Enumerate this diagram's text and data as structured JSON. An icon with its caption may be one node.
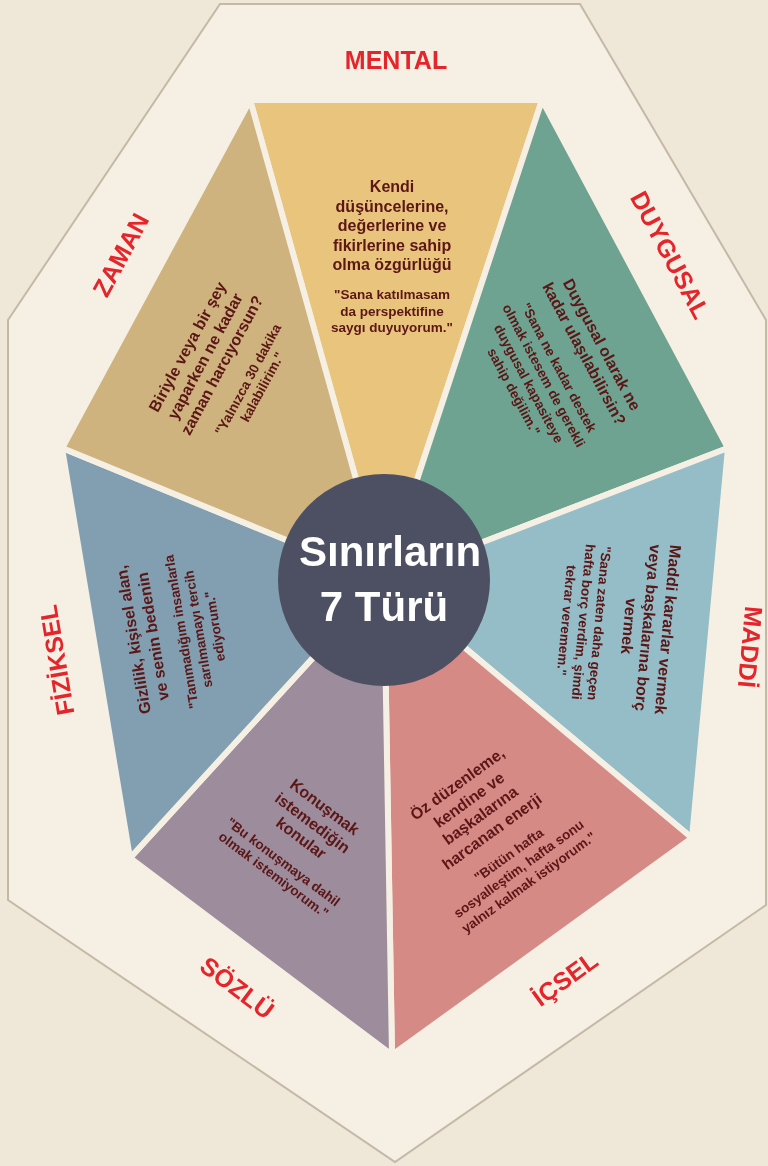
{
  "diagram": {
    "nodes": [
      {
        "text": [
          "MENTAL",
          "Kendi düşüncelerine, değerlerine ve fikirlerine sahip olma özgürlüğü",
          "\"Sana katılmasam da perspektifine saygı duyuyorum.\""
        ]
      },
      {
        "text": [
          "DUYGUSAL",
          "Duygusal olarak ne kadar ulaşılabilirsin?",
          "\"Sana ne kadar destek olmak istesem de gerekli duygusal kapasiteye sahip değilim.\""
        ]
      },
      {
        "text": [
          "MADDİ",
          "Maddi kararlar vermek veya başkalarına borç vermek",
          "\"Sana zaten daha geçen hafta borç verdim, şimdi tekrar veremem.\""
        ]
      },
      {
        "text": [
          "İÇSEL",
          "Öz düzenleme, kendine ve başkalarına harcanan enerji",
          "\"Bütün hafta sosyalleştim, hafta sonu yalnız kalmak istiyorum.\""
        ]
      },
      {
        "text": [
          "SÖZLÜ",
          "Konuşmak istemediğin konular",
          "\"Bu konuşmaya dahil olmak istemiyorum.\""
        ]
      },
      {
        "text": [
          "FİZİKSEL",
          "Gizlilik, kişisel alan, ve senin bedenin",
          "\"Tanımadığım insanlarla sarılmamayı tercih ediyorum.\""
        ]
      },
      {
        "text": [
          "ZAMAN",
          "Biriyle veya bir şey yaparken ne kadar zaman harcıyorsun?",
          "\"Yalnızca 30 dakika kalabilirim.\""
        ]
      },
      {
        "text": [
          "Sınırların 7 Türü"
        ]
      }
    ],
    "edges": []
  }
}
